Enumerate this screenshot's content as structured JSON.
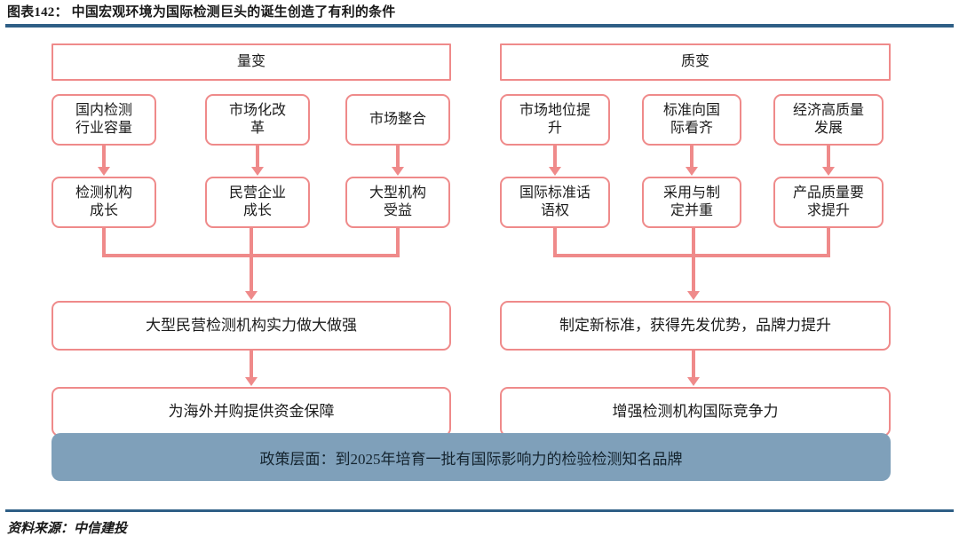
{
  "header": {
    "title": "图表142： 中国宏观环境为国际检测巨头的诞生创造了有利的条件",
    "rule_color": "#2f5f86"
  },
  "footer": {
    "source": "资料来源：中信建投"
  },
  "theme": {
    "node_border": "#ef8a8a",
    "node_fill": "#ffffff",
    "connector": "#ef8a8a",
    "policy_fill": "#7fa0ba",
    "text": "#1b1b1b"
  },
  "columns": [
    {
      "id": "left",
      "header": "量变",
      "drivers": [
        "国内检测\n行业容量",
        "市场化改\n革",
        "市场整合"
      ],
      "outcomes": [
        "检测机构\n成长",
        "民营企业\n成长",
        "大型机构\n受益"
      ],
      "summary": "大型民营检测机构实力做大做强",
      "conclusion": "为海外并购提供资金保障"
    },
    {
      "id": "right",
      "header": "质变",
      "drivers": [
        "市场地位提\n升",
        "标准向国\n际看齐",
        "经济高质量\n发展"
      ],
      "outcomes": [
        "国际标准话\n语权",
        "采用与制\n定并重",
        "产品质量要\n求提升"
      ],
      "summary": "制定新标准，获得先发优势，品牌力提升",
      "conclusion": "增强检测机构国际竞争力"
    }
  ],
  "policy": {
    "text": "政策层面：到2025年培育一批有国际影响力的检验检测知名品牌"
  }
}
